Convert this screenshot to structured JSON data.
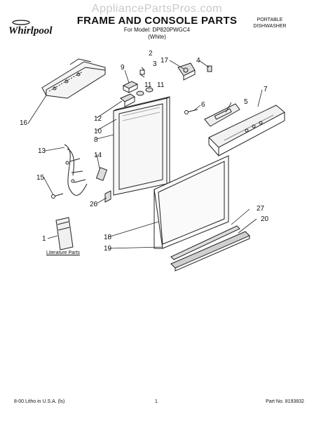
{
  "header": {
    "watermark": "AppliancePartsPros.com",
    "title": "FRAME AND CONSOLE PARTS",
    "model_line": "For Model: DP820PWGC4",
    "variant": "(White)",
    "product_type_line1": "PORTABLE",
    "product_type_line2": "DISHWASHER",
    "brand": "Whirlpool"
  },
  "callouts": {
    "c1": "1",
    "c2": "2",
    "c3": "3",
    "c4": "4",
    "c5": "5",
    "c6": "6",
    "c7": "7",
    "c8": "8",
    "c9": "9",
    "c10": "10",
    "c11a": "11",
    "c11b": "11",
    "c12": "12",
    "c13": "13",
    "c14": "14",
    "c15": "15",
    "c16": "16",
    "c17": "17",
    "c18": "18",
    "c19": "19",
    "c20": "20",
    "c26": "26",
    "c27": "27"
  },
  "literature_label": "Literature Parts",
  "footer": {
    "left": "8-00 Litho in U.S.A. (ls)",
    "page": "1",
    "part_no": "Part No. 8193832"
  }
}
